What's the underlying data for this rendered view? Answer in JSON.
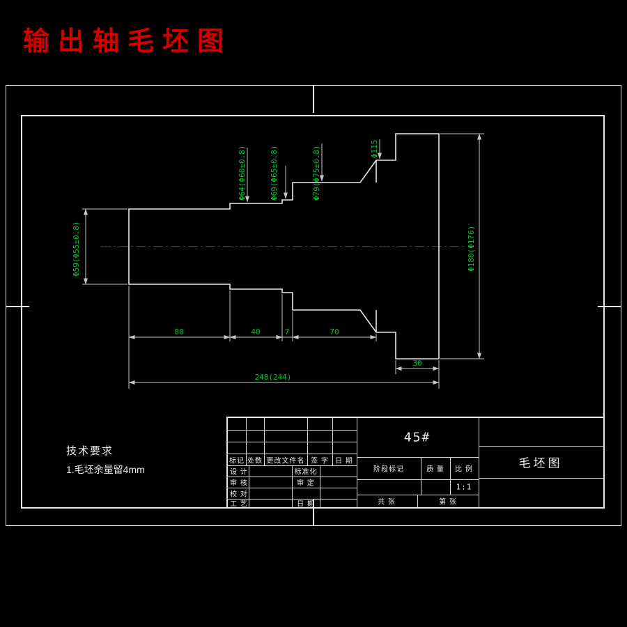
{
  "header": {
    "title": "输出轴毛坯图"
  },
  "dims": {
    "d59": "Φ59(Φ55±0.8)",
    "d64": "Φ64(Φ60±0.8)",
    "d69": "Φ69(Φ65±0.8)",
    "d79": "Φ79(Φ75±0.8)",
    "d115": "Φ115",
    "d180": "Φ180(Φ176)",
    "l80": "80",
    "l40": "40",
    "l7": "7",
    "l70": "70",
    "l30": "30",
    "ltotal": "248(244)"
  },
  "notes": {
    "heading": "技术要求",
    "line1": "1.毛坯余量留4mm"
  },
  "tb": {
    "material": "45#",
    "name": "毛坯图",
    "scale": "1:1",
    "rev": {
      "mark": "标记",
      "count": "处数",
      "file": "更改文件名",
      "sign": "签 字",
      "date": "日 期"
    },
    "roles": {
      "design": "设 计",
      "check": "审 核",
      "proof": "校 对",
      "process": "工 艺",
      "std": "标准化",
      "approve": "审 定",
      "date": "日 期"
    },
    "fields": {
      "stage": "阶段标记",
      "weight": "质 量",
      "scale_label": "比 例",
      "sheet_total": "共 张",
      "sheet_no": "第 张"
    }
  },
  "colors": {
    "bg": "#000000",
    "line": "#e8e8e8",
    "dim_text": "#00c432",
    "title": "#d40000",
    "centerline": "#cc0000"
  }
}
